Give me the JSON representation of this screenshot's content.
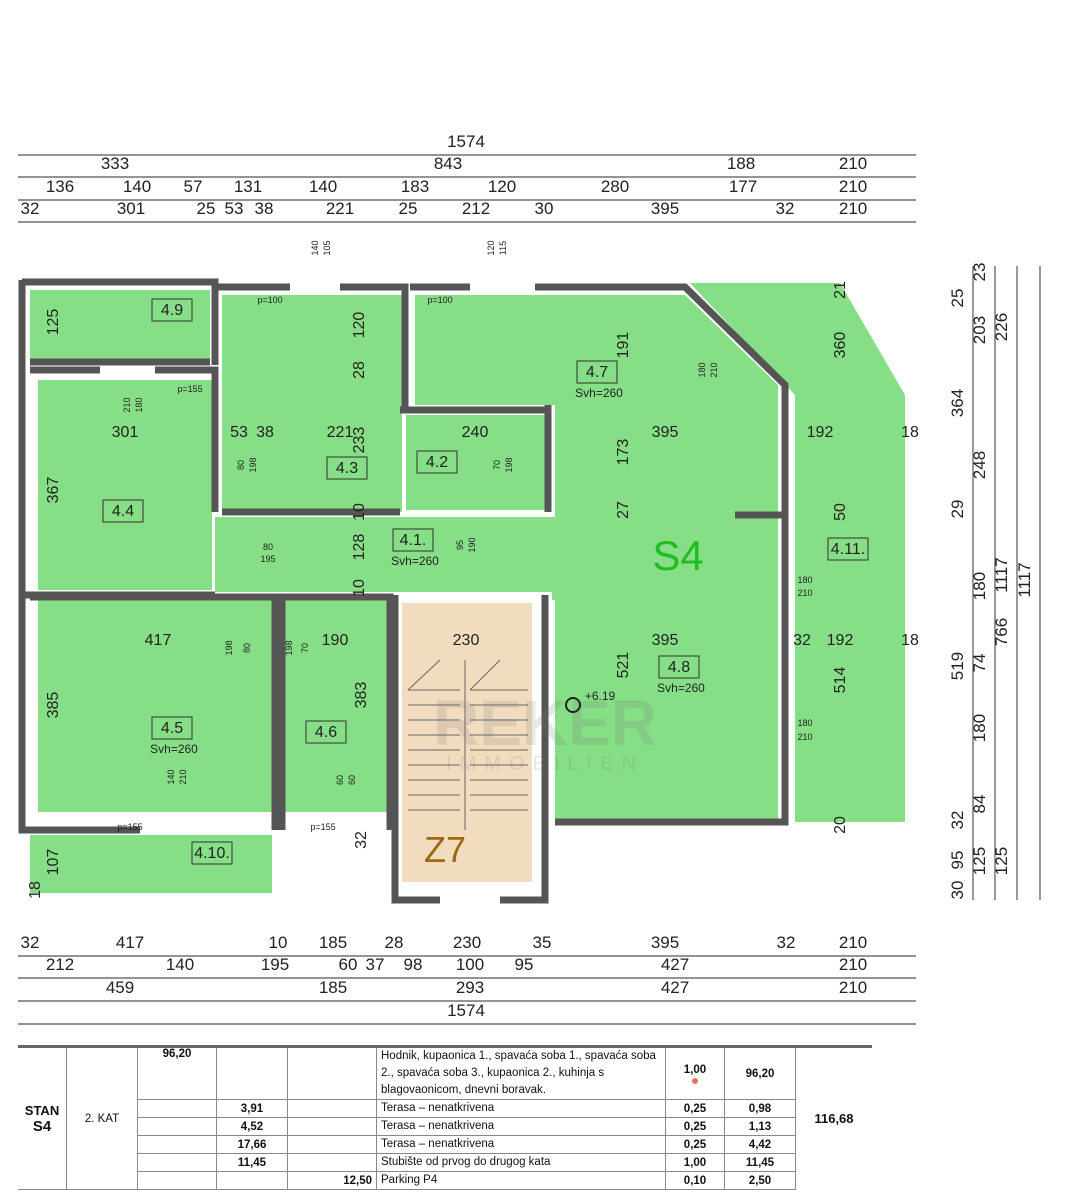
{
  "colors": {
    "room_fill": "#86df86",
    "stair_fill": "#f2dcc0",
    "wall": "#555555",
    "unit_label": "#22bb22",
    "stair_label": "#9a6a10",
    "accent_dot": "#f07060"
  },
  "watermark": {
    "line1": "REKER",
    "line2": "IMMOBILIEN"
  },
  "dimensions": {
    "top": [
      [
        "1574"
      ],
      [
        "333",
        "843",
        "188",
        "210"
      ],
      [
        "136",
        "140",
        "57",
        "131",
        "140",
        "183",
        "120",
        "280",
        "177",
        "210"
      ],
      [
        "32",
        "301",
        "25",
        "53",
        "38",
        "221",
        "25",
        "212",
        "30",
        "395",
        "32",
        "210"
      ]
    ],
    "bottom": [
      [
        "32",
        "417",
        "10",
        "185",
        "28",
        "230",
        "35",
        "395",
        "32",
        "210"
      ],
      [
        "212",
        "140",
        "195",
        "60",
        "37",
        "98",
        "100",
        "95",
        "427",
        "210"
      ],
      [
        "459",
        "185",
        "293",
        "427",
        "210"
      ],
      [
        "1574"
      ]
    ],
    "right": [
      [
        "25",
        "364",
        "29",
        "519",
        "32",
        "95",
        "30"
      ],
      [
        "23",
        "203",
        "248",
        "180",
        "74",
        "180",
        "84",
        "125"
      ],
      [
        "226",
        "1117",
        "766",
        "125"
      ],
      [
        "1117"
      ]
    ]
  },
  "rooms": [
    {
      "id": "4.9"
    },
    {
      "id": "4.4"
    },
    {
      "id": "4.3"
    },
    {
      "id": "4.2"
    },
    {
      "id": "4.7",
      "svh": "Svh=260"
    },
    {
      "id": "4.1.",
      "svh": "Svh=260"
    },
    {
      "id": "4.11."
    },
    {
      "id": "4.5",
      "svh": "Svh=260"
    },
    {
      "id": "4.6"
    },
    {
      "id": "4.8",
      "svh": "Svh=260"
    },
    {
      "id": "4.10."
    }
  ],
  "unit_label": "S4",
  "stair_label": "Z7",
  "elevation": "+6.19",
  "inner_dims": [
    "125",
    "120",
    "28",
    "191",
    "360",
    "21",
    "301",
    "53",
    "38",
    "221",
    "233",
    "240",
    "395",
    "192",
    "18",
    "173",
    "367",
    "10",
    "128",
    "10",
    "27",
    "50",
    "417",
    "190",
    "230",
    "395",
    "32",
    "192",
    "18",
    "521",
    "514",
    "385",
    "383",
    "107",
    "18",
    "32",
    "20"
  ],
  "openings": [
    "p=100",
    "p=100",
    "p=155",
    "p=155",
    "p=155",
    "140",
    "105",
    "120",
    "115",
    "180",
    "210",
    "210",
    "180",
    "80",
    "198",
    "70",
    "198",
    "80",
    "195",
    "95",
    "190",
    "180",
    "210",
    "180",
    "210",
    "198",
    "80",
    "198",
    "70",
    "140",
    "210",
    "60",
    "60"
  ],
  "table": {
    "stan": "STAN",
    "unit": "S4",
    "floor": "2. KAT",
    "total": "116,68",
    "rows": [
      {
        "a": "96,20",
        "b": "",
        "c": "",
        "desc": "Hodnik, kupaonica 1., spavaća soba 1., spavaća soba 2., spavaća soba 3., kupaonica 2., kuhinja s blagovaonicom, dnevni boravak.",
        "k": "1,00",
        "area": "96,20"
      },
      {
        "a": "",
        "b": "3,91",
        "c": "",
        "desc": "Terasa – nenatkrivena",
        "k": "0,25",
        "area": "0,98"
      },
      {
        "a": "",
        "b": "4,52",
        "c": "",
        "desc": "Terasa – nenatkrivena",
        "k": "0,25",
        "area": "1,13"
      },
      {
        "a": "",
        "b": "17,66",
        "c": "",
        "desc": "Terasa – nenatkrivena",
        "k": "0,25",
        "area": "4,42"
      },
      {
        "a": "",
        "b": "11,45",
        "c": "",
        "desc": "Stubište od prvog do drugog kata",
        "k": "1,00",
        "area": "11,45"
      },
      {
        "a": "",
        "b": "",
        "c": "12,50",
        "desc": "Parking P4",
        "k": "0,10",
        "area": "2,50"
      }
    ]
  }
}
